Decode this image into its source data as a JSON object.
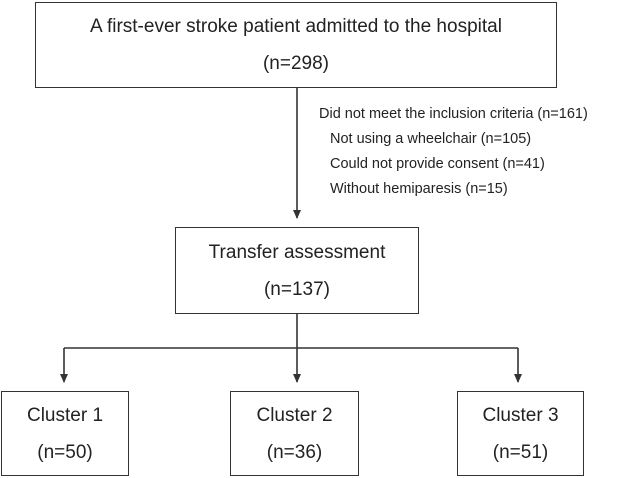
{
  "start": {
    "title": "A first-ever stroke patient admitted to the hospital",
    "count": "(n=298)"
  },
  "exclusion": {
    "header": "Did not meet the inclusion criteria (n=161)",
    "items": [
      "Not using a wheelchair (n=105)",
      "Could not provide consent (n=41)",
      "Without hemiparesis (n=15)"
    ]
  },
  "assessment": {
    "title": "Transfer assessment",
    "count": "(n=137)"
  },
  "clusters": [
    {
      "title": "Cluster 1",
      "count": "(n=50)"
    },
    {
      "title": "Cluster 2",
      "count": "(n=36)"
    },
    {
      "title": "Cluster 3",
      "count": "(n=51)"
    }
  ]
}
